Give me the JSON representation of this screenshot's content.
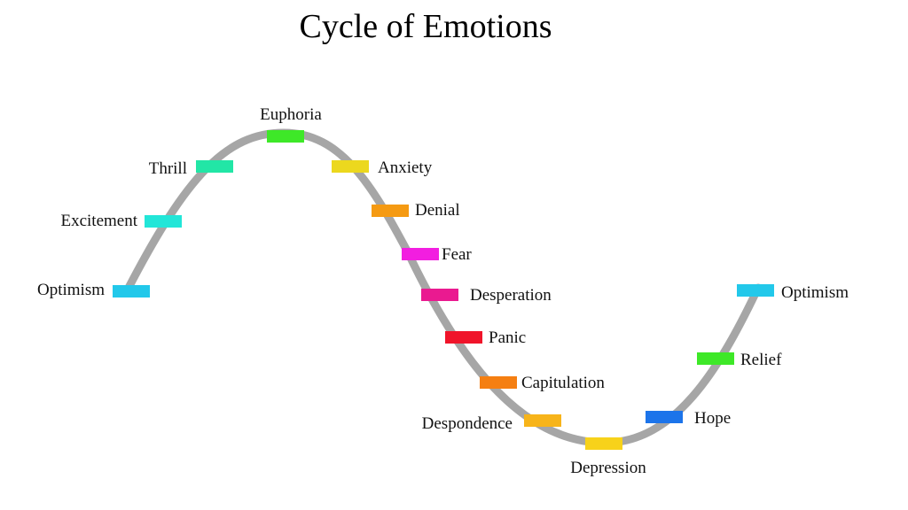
{
  "title": "Cycle of Emotions",
  "curve_color": "#a6a6a6",
  "stages": [
    {
      "label": "Optimism",
      "color": "#22c8ea"
    },
    {
      "label": "Excitement",
      "color": "#22e6d8"
    },
    {
      "label": "Thrill",
      "color": "#22e6a6"
    },
    {
      "label": "Euphoria",
      "color": "#3ee828"
    },
    {
      "label": "Anxiety",
      "color": "#ecd81e"
    },
    {
      "label": "Denial",
      "color": "#f59a12"
    },
    {
      "label": "Fear",
      "color": "#f21ee0"
    },
    {
      "label": "Desperation",
      "color": "#ea1a90"
    },
    {
      "label": "Panic",
      "color": "#f0142a"
    },
    {
      "label": "Capitulation",
      "color": "#f57f12"
    },
    {
      "label": "Despondence",
      "color": "#f7b41a"
    },
    {
      "label": "Depression",
      "color": "#f7d21a"
    },
    {
      "label": "Hope",
      "color": "#1c74ea"
    },
    {
      "label": "Relief",
      "color": "#3ee828"
    },
    {
      "label": "Optimism",
      "color": "#22c8ea"
    }
  ]
}
